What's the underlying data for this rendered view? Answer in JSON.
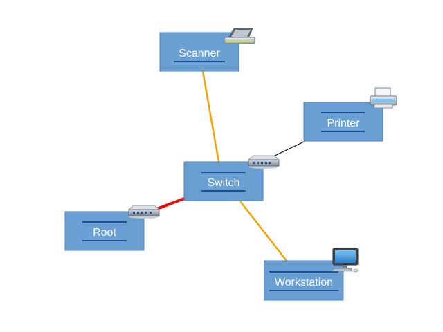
{
  "diagram": {
    "nodes": [
      {
        "id": "scanner",
        "label": "Scanner",
        "icon": "scanner-icon"
      },
      {
        "id": "printer",
        "label": "Printer",
        "icon": "printer-icon"
      },
      {
        "id": "switch",
        "label": "Switch",
        "icon": "network-switch-icon"
      },
      {
        "id": "root",
        "label": "Root",
        "icon": "network-switch-icon"
      },
      {
        "id": "workstation",
        "label": "Workstation",
        "icon": "desktop-computer-icon"
      }
    ],
    "edges": [
      {
        "from": "switch",
        "to": "scanner",
        "color": "#f5a300"
      },
      {
        "from": "switch",
        "to": "printer",
        "color": "#000000"
      },
      {
        "from": "switch",
        "to": "root",
        "color": "#e01010"
      },
      {
        "from": "switch",
        "to": "workstation",
        "color": "#f5a300"
      }
    ],
    "colors": {
      "node_fill": "#6a9fd3",
      "node_border": "#4f86bf",
      "underline": "#1c4f91"
    }
  }
}
